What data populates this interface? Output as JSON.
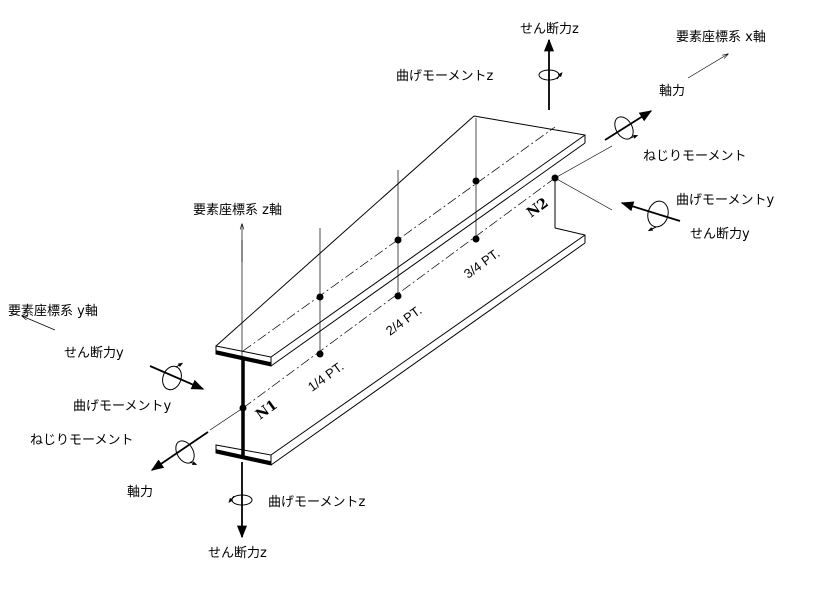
{
  "labels": {
    "top_shear_z": "せん断力z",
    "top_moment_z": "曲げモーメントz",
    "x_axis": "要素座標系 x軸",
    "axial_right": "軸力",
    "torsion_right": "ねじりモーメント",
    "moment_y_right": "曲げモーメントy",
    "shear_y_right": "せん断力y",
    "z_axis": "要素座標系 z軸",
    "y_axis": "要素座標系 y軸",
    "shear_y_left": "せん断力y",
    "moment_y_left": "曲げモーメントy",
    "torsion_left": "ねじりモーメント",
    "axial_left": "軸力",
    "bottom_moment_z": "曲げモーメントz",
    "bottom_shear_z": "せん断力z"
  },
  "nodes": {
    "n1": "N1",
    "n2": "N2"
  },
  "points": {
    "quarter": "1/4 PT.",
    "half": "2/4 PT.",
    "three_quarter": "3/4 PT."
  }
}
